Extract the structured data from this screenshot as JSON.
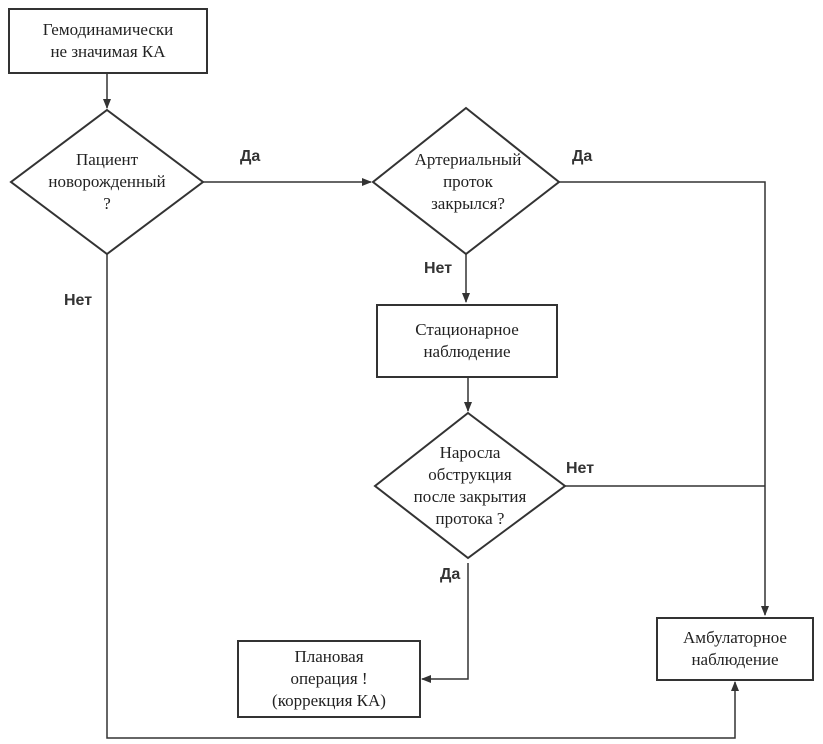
{
  "nodes": {
    "start": [
      "Гемодинамически",
      "не значимая КА"
    ],
    "q_newborn": [
      "Пациент",
      "новорожденный",
      "?"
    ],
    "q_duct": [
      "Артериальный",
      "проток",
      "закрылся?"
    ],
    "hospital": [
      "Стационарное",
      "наблюдение"
    ],
    "q_obstruction": [
      "Наросла",
      "обструкция",
      "после закрытия",
      "протока ?"
    ],
    "surgery": [
      "Плановая",
      "операция !",
      "(коррекция КА)"
    ],
    "outpatient": [
      "Амбулаторное",
      "наблюдение"
    ]
  },
  "edge_labels": {
    "newborn_yes": "Да",
    "newborn_no": "Нет",
    "duct_yes": "Да",
    "duct_no": "Нет",
    "obstruction_no": "Нет",
    "obstruction_yes": "Да"
  },
  "colors": {
    "line": "#333333",
    "text": "#222222"
  }
}
